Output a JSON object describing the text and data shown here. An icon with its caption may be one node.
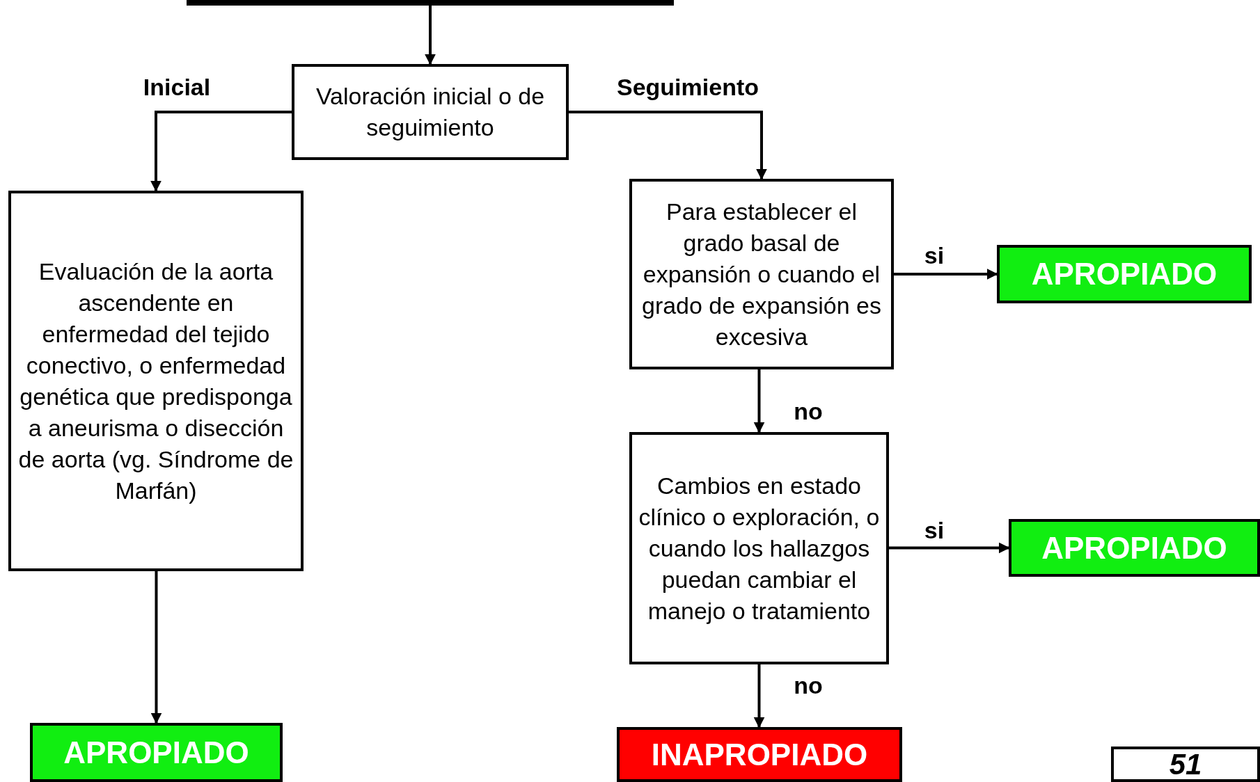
{
  "diagram": {
    "nodes": [
      {
        "text": [],
        "shape": "box"
      },
      {
        "text": [
          "Valoración inicial o de seguimiento"
        ]
      },
      {
        "text": [
          "Evaluación de la aorta ascendente en enfermedad del tejido conectivo, o enfermedad genética que predisponga a aneurisma o disección de aorta (vg. Síndrome de Marfán)"
        ]
      },
      {
        "text": [
          "Para establecer el grado basal de expansión  o cuando el grado de expansión es excesiva"
        ]
      },
      {
        "text": [
          "APROPIADO"
        ]
      },
      {
        "text": [
          "Cambios en estado clínico o exploración, o cuando los hallazgos puedan cambiar el manejo o tratamiento"
        ]
      },
      {
        "text": [
          "APROPIADO"
        ]
      },
      {
        "text": [
          "INAPROPIADO"
        ]
      },
      {
        "text": [
          "APROPIADO"
        ]
      },
      {
        "text": [
          "51"
        ]
      }
    ],
    "edges": [
      {
        "from": 0,
        "to": 1,
        "arrow": "to"
      },
      {
        "from": 1,
        "to": 2,
        "arrow": "to",
        "label": "Inicial"
      },
      {
        "from": 1,
        "to": 3,
        "arrow": "to",
        "label": "Seguimiento"
      },
      {
        "from": 3,
        "to": 4,
        "arrow": "to",
        "label": "si"
      },
      {
        "from": 3,
        "to": 5,
        "arrow": "to",
        "label": "no"
      },
      {
        "from": 5,
        "to": 6,
        "arrow": "to",
        "label": "si"
      },
      {
        "from": 5,
        "to": 7,
        "arrow": "to",
        "label": "no"
      },
      {
        "from": 2,
        "to": 8,
        "arrow": "to"
      }
    ]
  }
}
